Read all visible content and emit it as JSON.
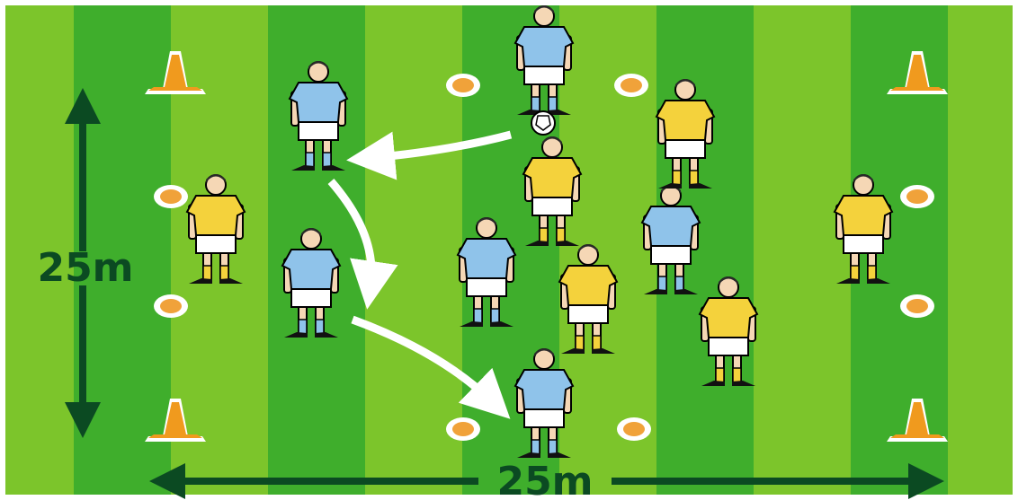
{
  "diagram": {
    "colors": {
      "stripe_light": "#7cc52b",
      "stripe_dark": "#3fae2c",
      "cone": "#f09a1e",
      "marker": "#f0a23a",
      "arrow": "#ffffff",
      "dimension": "#0b4a22",
      "team_blue": "#8fc3ea",
      "team_yellow": "#f4d23c"
    },
    "dimensions": {
      "vertical_label": "25m",
      "horizontal_label": "25m"
    },
    "cones": [
      "cone-top-left",
      "cone-top-right",
      "cone-bottom-left",
      "cone-bottom-right"
    ],
    "markers": [
      "marker-top-1",
      "marker-top-2",
      "marker-left-1",
      "marker-left-2",
      "marker-right-1",
      "marker-right-2",
      "marker-bottom-1",
      "marker-bottom-2"
    ],
    "players": [
      {
        "id": "blue-top",
        "team": "blue"
      },
      {
        "id": "blue-left-top",
        "team": "blue"
      },
      {
        "id": "blue-left-mid",
        "team": "blue"
      },
      {
        "id": "blue-center",
        "team": "blue"
      },
      {
        "id": "blue-right-center",
        "team": "blue"
      },
      {
        "id": "blue-bottom",
        "team": "blue"
      },
      {
        "id": "yellow-left",
        "team": "yellow"
      },
      {
        "id": "yellow-top-right",
        "team": "yellow"
      },
      {
        "id": "yellow-center",
        "team": "yellow"
      },
      {
        "id": "yellow-center-low",
        "team": "yellow"
      },
      {
        "id": "yellow-right-low",
        "team": "yellow"
      },
      {
        "id": "yellow-far-right",
        "team": "yellow"
      }
    ],
    "ball": "ball-icon",
    "pass_arrows": [
      "pass-arrow-1",
      "pass-arrow-2",
      "pass-arrow-3"
    ]
  }
}
